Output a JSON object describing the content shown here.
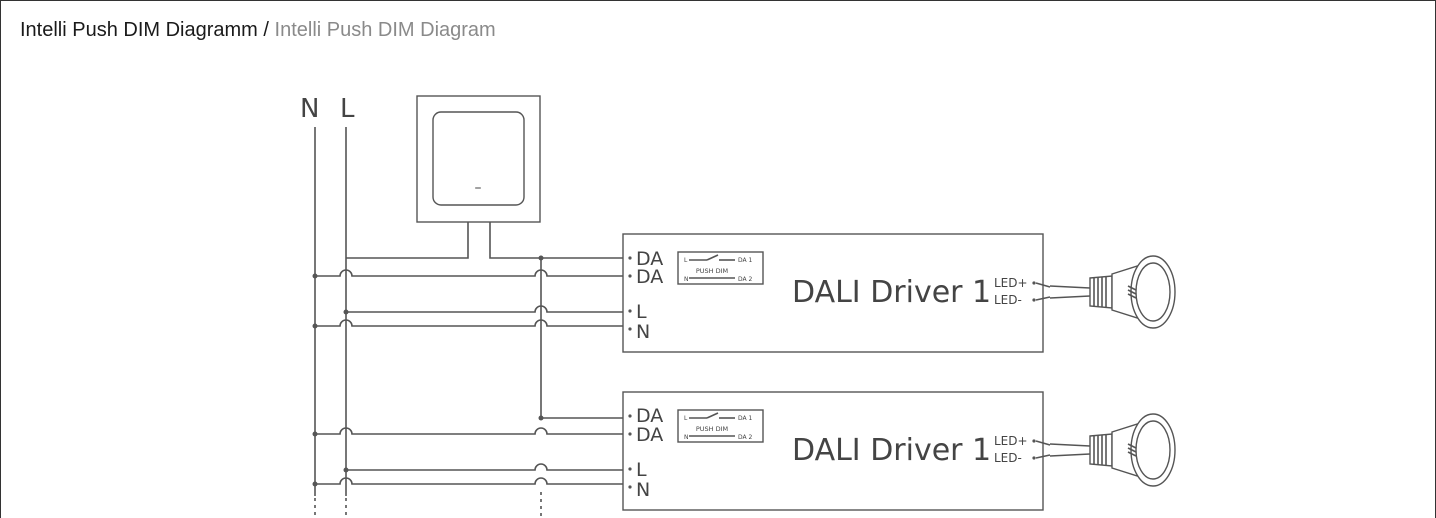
{
  "title": {
    "primary": "Intelli Push DIM Diagramm",
    "separator": "/",
    "secondary": "Intelli Push DIM Diagram"
  },
  "bus": {
    "neutral_label": "N",
    "live_label": "L"
  },
  "switch": {
    "symbol": "–"
  },
  "drivers": [
    {
      "name": "DALI Driver 1",
      "terminals": [
        "DA",
        "DA",
        "L",
        "N"
      ],
      "inset": {
        "in_l": "L",
        "in_n": "N",
        "label": "PUSH DIM",
        "out_1": "DA 1",
        "out_2": "DA 2"
      },
      "outputs": [
        "LED+",
        "LED-"
      ]
    },
    {
      "name": "DALI Driver 1",
      "terminals": [
        "DA",
        "DA",
        "L",
        "N"
      ],
      "inset": {
        "in_l": "L",
        "in_n": "N",
        "label": "PUSH DIM",
        "out_1": "DA 1",
        "out_2": "DA 2"
      },
      "outputs": [
        "LED+",
        "LED-"
      ]
    }
  ]
}
